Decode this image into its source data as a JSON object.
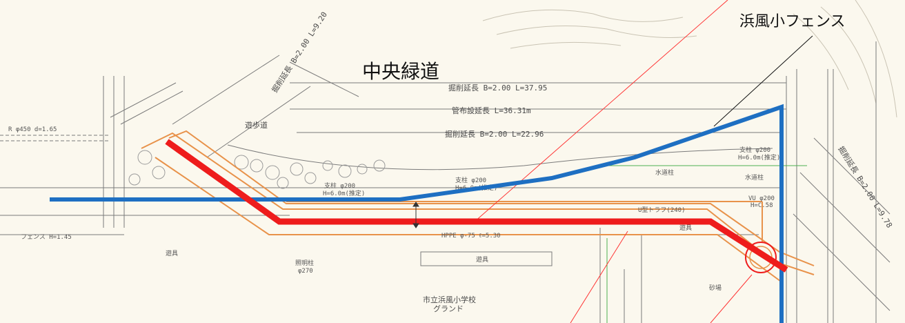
{
  "labels": {
    "central_green_path": "中央緑道",
    "hamakaze_fence": "浜風小フェンス"
  },
  "drawing_text": {
    "dim_top": "掘削延長 B=2.00 L=37.95",
    "dim_mid": "管布設延長 L=36.31m",
    "dim_low": "掘削延長 B=2.00 L=22.96",
    "dim_diag": "掘削延長 B=2.00 L=9.20",
    "dim_right": "掘削延長 B=2.00 L=9.78",
    "promenade": "遊歩道",
    "pole1": "支柱 φ200",
    "pole1_h": "H=6.0m(推定)",
    "pole2": "支柱 φ200",
    "pole2_h": "H=6.0m(推定)",
    "pole3": "支柱 φ200",
    "pole3_h": "H=6.0m(推定)",
    "trough": "U型トラフ(240)",
    "hppe": "HPPE φ-75 ℓ=5.30",
    "school": "市立浜風小学校",
    "ground": "グランド",
    "play1": "遊具",
    "play2": "遊具",
    "play3": "遊具",
    "lamp": "照明柱",
    "lamp_d": "φ270",
    "fence_h": "フェンス H=1.45",
    "sandbox": "砂場",
    "pipe_left": "R φ450 d=1.65",
    "vu": "VU φ200",
    "vu2": "H=C.58",
    "water": "水道柱",
    "water2": "水道柱"
  },
  "colors": {
    "pipe_route": "#ee1c1c",
    "fence_line": "#1e6fc2",
    "excavation": "#e8924a",
    "leader": "#ff3333",
    "drawing_ink": "#6b6b6b"
  }
}
